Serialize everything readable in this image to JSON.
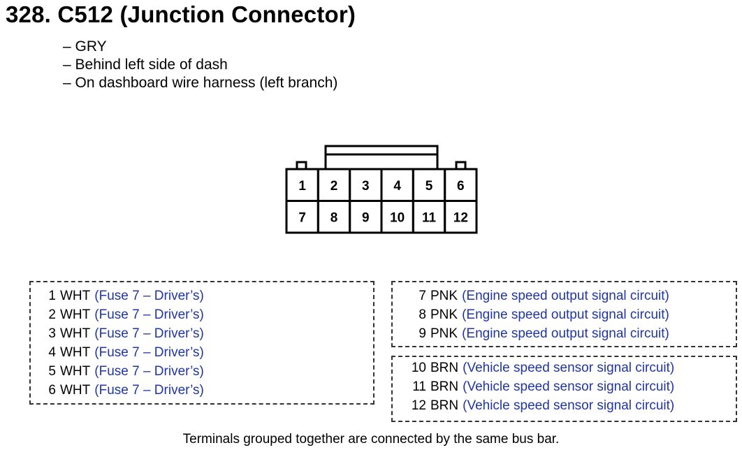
{
  "header": {
    "title": "328. C512 (Junction Connector)",
    "notes": [
      "GRY",
      "Behind left side of dash",
      "On dashboard wire harness (left branch)"
    ]
  },
  "connector": {
    "top_row": [
      "1",
      "2",
      "3",
      "4",
      "5",
      "6"
    ],
    "bottom_row": [
      "7",
      "8",
      "9",
      "10",
      "11",
      "12"
    ]
  },
  "groups": {
    "left": [
      {
        "pin": "1",
        "color": "WHT",
        "desc": "(Fuse 7 – Driver’s)"
      },
      {
        "pin": "2",
        "color": "WHT",
        "desc": "(Fuse 7 – Driver’s)"
      },
      {
        "pin": "3",
        "color": "WHT",
        "desc": "(Fuse 7 – Driver’s)"
      },
      {
        "pin": "4",
        "color": "WHT",
        "desc": "(Fuse 7 – Driver’s)"
      },
      {
        "pin": "5",
        "color": "WHT",
        "desc": "(Fuse 7 – Driver’s)"
      },
      {
        "pin": "6",
        "color": "WHT",
        "desc": "(Fuse 7 – Driver’s)"
      }
    ],
    "right_top": [
      {
        "pin": "7",
        "color": "PNK",
        "desc": "(Engine speed output signal circuit)"
      },
      {
        "pin": "8",
        "color": "PNK",
        "desc": "(Engine speed output signal circuit)"
      },
      {
        "pin": "9",
        "color": "PNK",
        "desc": "(Engine speed output signal circuit)"
      }
    ],
    "right_bottom": [
      {
        "pin": "10",
        "color": "BRN",
        "desc": "(Vehicle speed sensor signal circuit)"
      },
      {
        "pin": "11",
        "color": "BRN",
        "desc": "(Vehicle speed sensor signal circuit)"
      },
      {
        "pin": "12",
        "color": "BRN",
        "desc": "(Vehicle speed sensor signal circuit)"
      }
    ]
  },
  "footer": {
    "note": "Terminals grouped together are connected by the same bus bar."
  },
  "colors": {
    "text": "#000000",
    "description": "#1f35a6",
    "dashed_border": "#333333"
  }
}
